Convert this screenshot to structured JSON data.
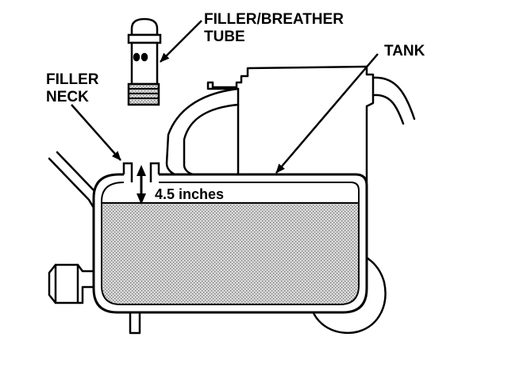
{
  "labels": {
    "filler_breather_line1": "FILLER/BREATHER",
    "filler_breather_line2": "TUBE",
    "tank": "TANK",
    "filler_neck_line1": "FILLER",
    "filler_neck_line2": "NECK",
    "dimension": "4.5 inches"
  },
  "colors": {
    "ink": "#000000",
    "liquid_base": "#d9d9d9",
    "liquid_dots": "#6e6e6e"
  }
}
